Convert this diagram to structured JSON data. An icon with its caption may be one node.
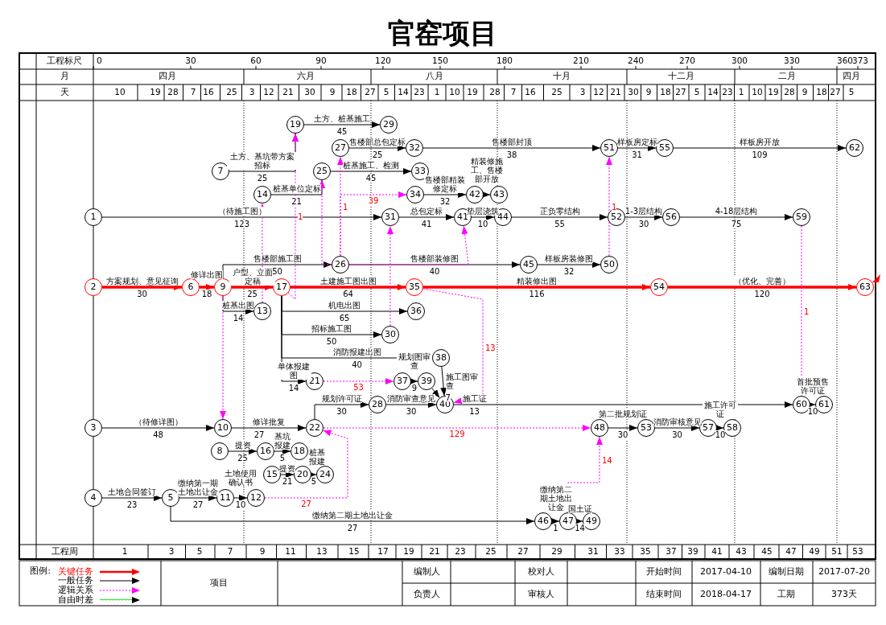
{
  "diagram": {
    "title": "官窑项目",
    "nodes": [
      {
        "text": [
          "1"
        ]
      },
      {
        "text": [
          "2"
        ]
      },
      {
        "text": [
          "3"
        ]
      },
      {
        "text": [
          "4"
        ]
      },
      {
        "text": [
          "5"
        ]
      },
      {
        "text": [
          "6"
        ]
      },
      {
        "text": [
          "7"
        ]
      },
      {
        "text": [
          "8"
        ]
      },
      {
        "text": [
          "9"
        ]
      },
      {
        "text": [
          "10"
        ]
      },
      {
        "text": [
          "11"
        ]
      },
      {
        "text": [
          "12"
        ]
      },
      {
        "text": [
          "13"
        ]
      },
      {
        "text": [
          "14"
        ]
      },
      {
        "text": [
          "15"
        ]
      },
      {
        "text": [
          "16"
        ]
      },
      {
        "text": [
          "17"
        ]
      },
      {
        "text": [
          "18"
        ]
      },
      {
        "text": [
          "19"
        ]
      },
      {
        "text": [
          "20"
        ]
      },
      {
        "text": [
          "21"
        ]
      },
      {
        "text": [
          "22"
        ]
      },
      {
        "text": [
          "24"
        ]
      },
      {
        "text": [
          "25"
        ]
      },
      {
        "text": [
          "26"
        ]
      },
      {
        "text": [
          "27"
        ]
      },
      {
        "text": [
          "28"
        ]
      },
      {
        "text": [
          "29"
        ]
      },
      {
        "text": [
          "30"
        ]
      },
      {
        "text": [
          "31"
        ]
      },
      {
        "text": [
          "32"
        ]
      },
      {
        "text": [
          "33"
        ]
      },
      {
        "text": [
          "34"
        ]
      },
      {
        "text": [
          "35"
        ]
      },
      {
        "text": [
          "36"
        ]
      },
      {
        "text": [
          "37"
        ]
      },
      {
        "text": [
          "38"
        ]
      },
      {
        "text": [
          "39"
        ]
      },
      {
        "text": [
          "40"
        ]
      },
      {
        "text": [
          "41"
        ]
      },
      {
        "text": [
          "42"
        ]
      },
      {
        "text": [
          "43"
        ]
      },
      {
        "text": [
          "44"
        ]
      },
      {
        "text": [
          "45"
        ]
      },
      {
        "text": [
          "46"
        ]
      },
      {
        "text": [
          "47"
        ]
      },
      {
        "text": [
          "48"
        ]
      },
      {
        "text": [
          "49"
        ]
      },
      {
        "text": [
          "50"
        ]
      },
      {
        "text": [
          "51"
        ]
      },
      {
        "text": [
          "52"
        ]
      },
      {
        "text": [
          "53"
        ]
      },
      {
        "text": [
          "54"
        ]
      },
      {
        "text": [
          "55"
        ]
      },
      {
        "text": [
          "56"
        ]
      },
      {
        "text": [
          "57"
        ]
      },
      {
        "text": [
          "58"
        ]
      },
      {
        "text": [
          "59"
        ]
      },
      {
        "text": [
          "60"
        ]
      },
      {
        "text": [
          "61"
        ]
      },
      {
        "text": [
          "62"
        ]
      },
      {
        "text": [
          "63"
        ]
      }
    ],
    "edges": [
      {
        "from": 1,
        "to": 5,
        "arrow": "to",
        "label": "方案规划、意见征询",
        "style": "thick",
        "color": "#ff0000"
      },
      {
        "from": 5,
        "to": 8,
        "arrow": "to",
        "label": "修详出图",
        "style": "thick",
        "color": "#ff0000"
      },
      {
        "from": 8,
        "to": 16,
        "arrow": "to",
        "label": "户型、立面定稿",
        "style": "thick",
        "color": "#ff0000"
      },
      {
        "from": 16,
        "to": 33,
        "arrow": "to",
        "label": "土建施工图出图",
        "style": "thick",
        "color": "#ff0000"
      },
      {
        "from": 33,
        "to": 52,
        "arrow": "to",
        "label": "精装修出图",
        "style": "thick",
        "color": "#ff0000"
      },
      {
        "from": 52,
        "to": 61,
        "arrow": "to",
        "label": "（优化、完善）",
        "style": "thick",
        "color": "#ff0000"
      },
      {
        "from": 0,
        "to": 29,
        "arrow": "to",
        "label": "（待施工图）"
      },
      {
        "from": 29,
        "to": 39,
        "arrow": "to",
        "label": "总包定标"
      },
      {
        "from": 39,
        "to": 42,
        "arrow": "to",
        "label": "垫层浇筑"
      },
      {
        "from": 42,
        "to": 50,
        "arrow": "to",
        "label": "正负零结构"
      },
      {
        "from": 50,
        "to": 54,
        "arrow": "to",
        "label": "1-3层结构"
      },
      {
        "from": 54,
        "to": 57,
        "arrow": "to",
        "label": "4-18层结构"
      },
      {
        "from": 6,
        "to": 18,
        "arrow": "to",
        "label": "土方、基坑带方案招标"
      },
      {
        "from": 18,
        "to": 27,
        "arrow": "to",
        "label": "土方、桩基施工"
      },
      {
        "from": 25,
        "to": 30,
        "arrow": "to",
        "label": "售楼部总包定标"
      },
      {
        "from": 30,
        "to": 49,
        "arrow": "to",
        "label": "售楼部封顶"
      },
      {
        "from": 49,
        "to": 53,
        "arrow": "to",
        "label": "样板房定标"
      },
      {
        "from": 53,
        "to": 60,
        "arrow": "to",
        "label": "样板房开放"
      },
      {
        "from": 13,
        "to": 23,
        "arrow": "to",
        "label": "桩基单位定标"
      },
      {
        "from": 23,
        "to": 31,
        "arrow": "to",
        "label": "桩基施工、检测"
      },
      {
        "from": 32,
        "to": 40,
        "arrow": "to",
        "label": "售楼部精装修定标"
      },
      {
        "from": 40,
        "to": 41,
        "arrow": "to",
        "label": "精装修施工、售楼部开放"
      },
      {
        "from": 8,
        "to": 24,
        "arrow": "to",
        "label": "售楼部施工图"
      },
      {
        "from": 24,
        "to": 43,
        "arrow": "to",
        "label": "售楼部装修图"
      },
      {
        "from": 43,
        "to": 48,
        "arrow": "to",
        "label": "样板房装修图"
      },
      {
        "from": 8,
        "to": 12,
        "arrow": "to",
        "label": "桩基出图"
      },
      {
        "from": 16,
        "to": 34,
        "arrow": "to",
        "label": "机电出图"
      },
      {
        "from": 16,
        "to": 28,
        "arrow": "to",
        "label": "招标施工图"
      },
      {
        "from": 16,
        "to": 36,
        "arrow": "to",
        "label": "消防报建出图"
      },
      {
        "from": 16,
        "to": 20,
        "arrow": "to",
        "label": "单体报建图"
      },
      {
        "from": 36,
        "to": 38,
        "arrow": "to",
        "label": "施工图审查"
      },
      {
        "from": 35,
        "to": 37,
        "arrow": "to",
        "label": "规划图审查"
      },
      {
        "from": 37,
        "to": 38,
        "arrow": "to"
      },
      {
        "from": 21,
        "to": 26,
        "arrow": "to",
        "label": "规划许可证"
      },
      {
        "from": 26,
        "to": 38,
        "arrow": "to",
        "label": "消防审查意见"
      },
      {
        "from": 38,
        "to": 58,
        "arrow": "to",
        "label": "施工证"
      },
      {
        "from": 58,
        "to": 59,
        "arrow": "to",
        "label": "首批预售许可证"
      },
      {
        "from": 2,
        "to": 9,
        "arrow": "to",
        "label": "（待修详图）"
      },
      {
        "from": 9,
        "to": 21,
        "arrow": "to",
        "label": "修详批复"
      },
      {
        "from": 7,
        "to": 15,
        "arrow": "to",
        "label": "提资"
      },
      {
        "from": 15,
        "to": 17,
        "arrow": "to",
        "label": "基坑报建"
      },
      {
        "from": 14,
        "to": 19,
        "arrow": "to",
        "label": "提资"
      },
      {
        "from": 19,
        "to": 22,
        "arrow": "to",
        "label": "桩基报建"
      },
      {
        "from": 46,
        "to": 51,
        "arrow": "to",
        "label": "第二批规划证"
      },
      {
        "from": 51,
        "to": 55,
        "arrow": "to",
        "label": "消防审核意见"
      },
      {
        "from": 55,
        "to": 56,
        "arrow": "to",
        "label": "施工许可证"
      },
      {
        "from": 3,
        "to": 4,
        "arrow": "to",
        "label": "土地合同签订"
      },
      {
        "from": 4,
        "to": 10,
        "arrow": "to",
        "label": "缴纳第一期土地出让金"
      },
      {
        "from": 10,
        "to": 11,
        "arrow": "to",
        "label": "土地使用确认书"
      },
      {
        "from": 4,
        "to": 44,
        "arrow": "to",
        "label": "缴纳第二期土地出让金"
      },
      {
        "from": 44,
        "to": 45,
        "arrow": "to",
        "label": "缴纳第二期土地出让金"
      },
      {
        "from": 45,
        "to": 47,
        "arrow": "to",
        "label": "国土证"
      },
      {
        "from": 12,
        "to": 13,
        "arrow": "to",
        "style": "dashed",
        "color": "#ff00ff"
      },
      {
        "from": 16,
        "to": 18,
        "arrow": "to",
        "label": "1",
        "style": "dashed",
        "color": "#ff00ff"
      },
      {
        "from": 24,
        "to": 23,
        "arrow": "to",
        "style": "dashed",
        "color": "#ff00ff"
      },
      {
        "from": 24,
        "to": 25,
        "arrow": "to",
        "label": "1",
        "style": "dashed",
        "color": "#ff00ff"
      },
      {
        "from": 24,
        "to": 32,
        "arrow": "to",
        "label": "39",
        "style": "dashed",
        "color": "#ff00ff"
      },
      {
        "from": 28,
        "to": 29,
        "arrow": "to",
        "style": "dashed",
        "color": "#ff00ff"
      },
      {
        "from": 24,
        "to": 39,
        "arrow": "to",
        "style": "dashed",
        "color": "#ff00ff"
      },
      {
        "from": 48,
        "to": 49,
        "arrow": "to",
        "label": "1",
        "style": "dashed",
        "color": "#ff00ff"
      },
      {
        "from": 57,
        "to": 58,
        "arrow": "to",
        "label": "1",
        "style": "dashed",
        "color": "#ff00ff"
      },
      {
        "from": 20,
        "to": 35,
        "arrow": "to",
        "label": "53",
        "style": "dashed",
        "color": "#ff00ff"
      },
      {
        "from": 33,
        "to": 38,
        "arrow": "to",
        "label": "13",
        "style": "dashed",
        "color": "#ff00ff"
      },
      {
        "from": 8,
        "to": 9,
        "arrow": "to",
        "style": "dashed",
        "color": "#ff00ff"
      },
      {
        "from": 11,
        "to": 21,
        "arrow": "to",
        "label": "27",
        "style": "dashed",
        "color": "#ff00ff"
      },
      {
        "from": 21,
        "to": 46,
        "arrow": "to",
        "label": "129",
        "style": "dashed",
        "color": "#ff00ff"
      },
      {
        "from": 45,
        "to": 46,
        "arrow": "to",
        "label": "14",
        "style": "dashed",
        "color": "#ff00ff"
      }
    ],
    "labels": [
      "工程标尺",
      "0",
      "30",
      "60",
      "90",
      "120",
      "150",
      "180",
      "210",
      "240",
      "270",
      "300",
      "330",
      "360",
      "373",
      "月",
      "四月",
      "六月",
      "八月",
      "十月",
      "十二月",
      "二月",
      "四月",
      "天",
      "10",
      "19",
      "28",
      "7",
      "16",
      "25",
      "3",
      "12",
      "21",
      "30",
      "9",
      "18",
      "27",
      "5",
      "14",
      "23",
      "1",
      "10",
      "19",
      "28",
      "7",
      "16",
      "25",
      "3",
      "12",
      "21",
      "30",
      "9",
      "18",
      "27",
      "5",
      "14",
      "23",
      "1",
      "10",
      "19",
      "28",
      "9",
      "18",
      "27",
      "5",
      "30",
      "18",
      "25",
      "64",
      "116",
      "120",
      "123",
      "41",
      "10",
      "55",
      "30",
      "75",
      "25",
      "45",
      "25",
      "38",
      "31",
      "109",
      "21",
      "45",
      "32",
      "50",
      "40",
      "32",
      "14",
      "65",
      "50",
      "40",
      "14",
      "7",
      "9",
      "30",
      "30",
      "13",
      "10",
      "48",
      "27",
      "25",
      "5",
      "21",
      "5",
      "30",
      "30",
      "10",
      "23",
      "27",
      "10",
      "27",
      "1",
      "14",
      "工程周",
      "1",
      "3",
      "5",
      "7",
      "9",
      "11",
      "13",
      "15",
      "17",
      "19",
      "21",
      "23",
      "25",
      "27",
      "29",
      "31",
      "33",
      "35",
      "37",
      "39",
      "41",
      "43",
      "45",
      "47",
      "49",
      "51",
      "53",
      "图例:",
      "项目",
      "编制人",
      "校对人",
      "开始时间",
      "2017-04-10",
      "编制日期",
      "2017-07-20",
      "负责人",
      "审核人",
      "结束时间",
      "2018-04-17",
      "工期",
      "373天"
    ],
    "legend": [
      {
        "text": "关键任务"
      },
      {
        "text": "一般任务"
      },
      {
        "text": "逻辑关系"
      },
      {
        "text": "自由时差"
      }
    ]
  }
}
